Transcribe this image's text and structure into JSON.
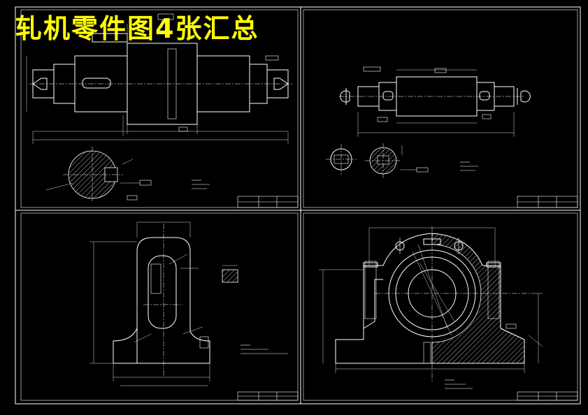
{
  "title": "轧机零件图4张汇总",
  "colors": {
    "background": "#000000",
    "title": "#ffff00",
    "lines": "#ffffff"
  },
  "sheets": [
    {
      "name": "shaft-large"
    },
    {
      "name": "shaft-small"
    },
    {
      "name": "frame-bracket"
    },
    {
      "name": "bearing-housing"
    }
  ]
}
